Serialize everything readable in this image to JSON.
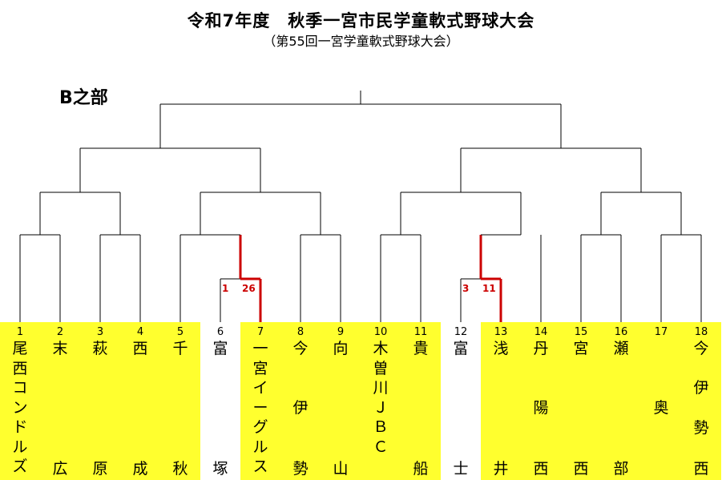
{
  "header": {
    "title": "令和7年度　秋季一宮市民学童軟式野球大会",
    "subtitle": "（第55回一宮学童軟式野球大会）",
    "section": "B之部"
  },
  "colors": {
    "highlight": "#ffff2e",
    "winner_line": "#cc0000",
    "line": "#000000"
  },
  "teams": [
    {
      "num": "1",
      "top": [
        "尾",
        "西",
        "コ",
        "ン",
        "ド",
        "ル",
        "ズ"
      ],
      "bottom": "",
      "highlight": true
    },
    {
      "num": "2",
      "top": [
        "末"
      ],
      "bottom": "広",
      "highlight": true
    },
    {
      "num": "3",
      "top": [
        "萩"
      ],
      "bottom": "原",
      "highlight": true
    },
    {
      "num": "4",
      "top": [
        "西"
      ],
      "bottom": "成",
      "highlight": true
    },
    {
      "num": "5",
      "top": [
        "千"
      ],
      "bottom": "秋",
      "highlight": true
    },
    {
      "num": "6",
      "top": [
        "富"
      ],
      "bottom": "塚",
      "highlight": false
    },
    {
      "num": "7",
      "top": [
        "一",
        "宮",
        "イ",
        "ー",
        "グ",
        "ル",
        "ス"
      ],
      "bottom": "",
      "highlight": true
    },
    {
      "num": "8",
      "top": [
        "今"
      ],
      "middle": "伊",
      "bottom": "勢",
      "highlight": true
    },
    {
      "num": "9",
      "top": [
        "向"
      ],
      "bottom": "山",
      "highlight": true
    },
    {
      "num": "10",
      "top": [
        "木",
        "曽",
        "川",
        "Ｊ",
        "Ｂ",
        "Ｃ"
      ],
      "bottom": "",
      "highlight": true
    },
    {
      "num": "11",
      "top": [
        "貴"
      ],
      "bottom": "船",
      "highlight": true
    },
    {
      "num": "12",
      "top": [
        "富"
      ],
      "bottom": "士",
      "highlight": false
    },
    {
      "num": "13",
      "top": [
        "浅"
      ],
      "bottom": "井",
      "highlight": true
    },
    {
      "num": "14",
      "top": [
        "丹"
      ],
      "middle": "陽",
      "bottom": "西",
      "highlight": true
    },
    {
      "num": "15",
      "top": [
        "宮"
      ],
      "bottom": "西",
      "highlight": true
    },
    {
      "num": "16",
      "top": [
        "瀬"
      ],
      "bottom": "部",
      "highlight": true
    },
    {
      "num": "17",
      "top": [],
      "middle": "奥",
      "bottom": "",
      "highlight": true
    },
    {
      "num": "18",
      "top": [
        "今"
      ],
      "middle2": [
        "伊",
        "勢"
      ],
      "bottom": "西",
      "highlight": true
    }
  ],
  "scores": [
    {
      "match": "6-7",
      "left": "1",
      "right": "26"
    },
    {
      "match": "12-13",
      "left": "3",
      "right": "11"
    }
  ]
}
